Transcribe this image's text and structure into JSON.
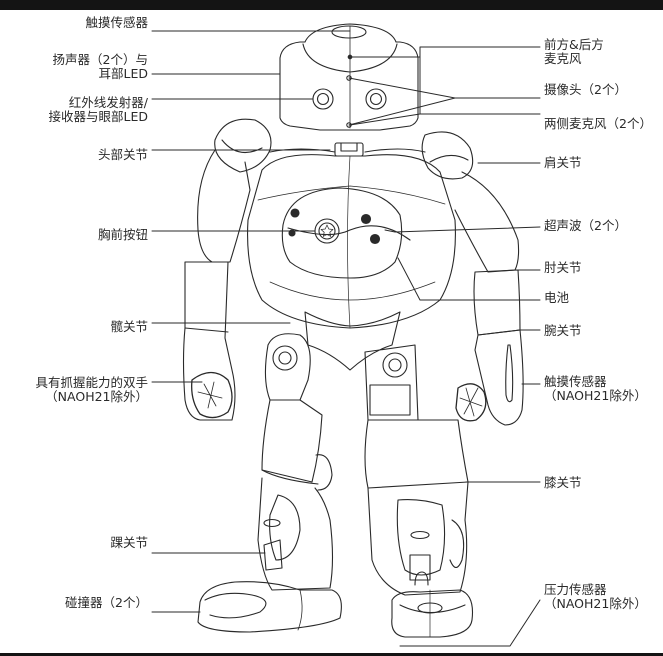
{
  "diagram": {
    "subject": "NAO humanoid robot front view (line drawing)",
    "colors": {
      "line": "#2a2a2a",
      "background": "#ffffff",
      "frame": "#141414"
    },
    "left_labels": [
      {
        "id": "head-touch-sensor",
        "lines": [
          "触摸传感器"
        ]
      },
      {
        "id": "speakers-ear-led",
        "lines": [
          "扬声器（2个）与",
          "耳部LED"
        ]
      },
      {
        "id": "ir-emitter-eye-led",
        "lines": [
          "红外线发射器/",
          "接收器与眼部LED"
        ]
      },
      {
        "id": "head-joint",
        "lines": [
          "头部关节"
        ]
      },
      {
        "id": "chest-button",
        "lines": [
          "胸前按钮"
        ]
      },
      {
        "id": "hip-joint",
        "lines": [
          "髋关节"
        ]
      },
      {
        "id": "grasping-hands",
        "lines": [
          "具有抓握能力的双手",
          "（NAOH21除外）"
        ]
      },
      {
        "id": "ankle-joint",
        "lines": [
          "踝关节"
        ]
      },
      {
        "id": "bumpers",
        "lines": [
          "碰撞器（2个）"
        ]
      }
    ],
    "right_labels": [
      {
        "id": "front-rear-microphones",
        "lines": [
          "前方&后方",
          "麦克风"
        ]
      },
      {
        "id": "cameras",
        "lines": [
          "摄像头（2个）"
        ]
      },
      {
        "id": "side-microphones",
        "lines": [
          "两侧麦克风（2个）"
        ]
      },
      {
        "id": "shoulder-joint",
        "lines": [
          "肩关节"
        ]
      },
      {
        "id": "ultrasound",
        "lines": [
          "超声波（2个）"
        ]
      },
      {
        "id": "elbow-joint",
        "lines": [
          "肘关节"
        ]
      },
      {
        "id": "battery",
        "lines": [
          "电池"
        ]
      },
      {
        "id": "wrist-joint",
        "lines": [
          "腕关节"
        ]
      },
      {
        "id": "hand-touch-sensor",
        "lines": [
          "触摸传感器",
          "（NAOH21除外）"
        ]
      },
      {
        "id": "knee-joint",
        "lines": [
          "膝关节"
        ]
      },
      {
        "id": "pressure-sensors",
        "lines": [
          "压力传感器",
          "（NAOH21除外）"
        ]
      }
    ]
  }
}
